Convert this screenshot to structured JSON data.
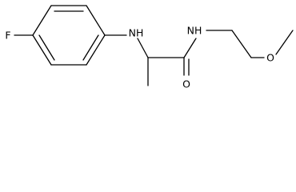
{
  "molecule": {
    "atoms": {
      "fluorine": "F",
      "amine_nh": "NH",
      "amide_nh": "NH",
      "carbonyl_o": "O",
      "ether_o": "O"
    }
  },
  "colors": {
    "bond": "#000000",
    "background": "#ffffff"
  }
}
